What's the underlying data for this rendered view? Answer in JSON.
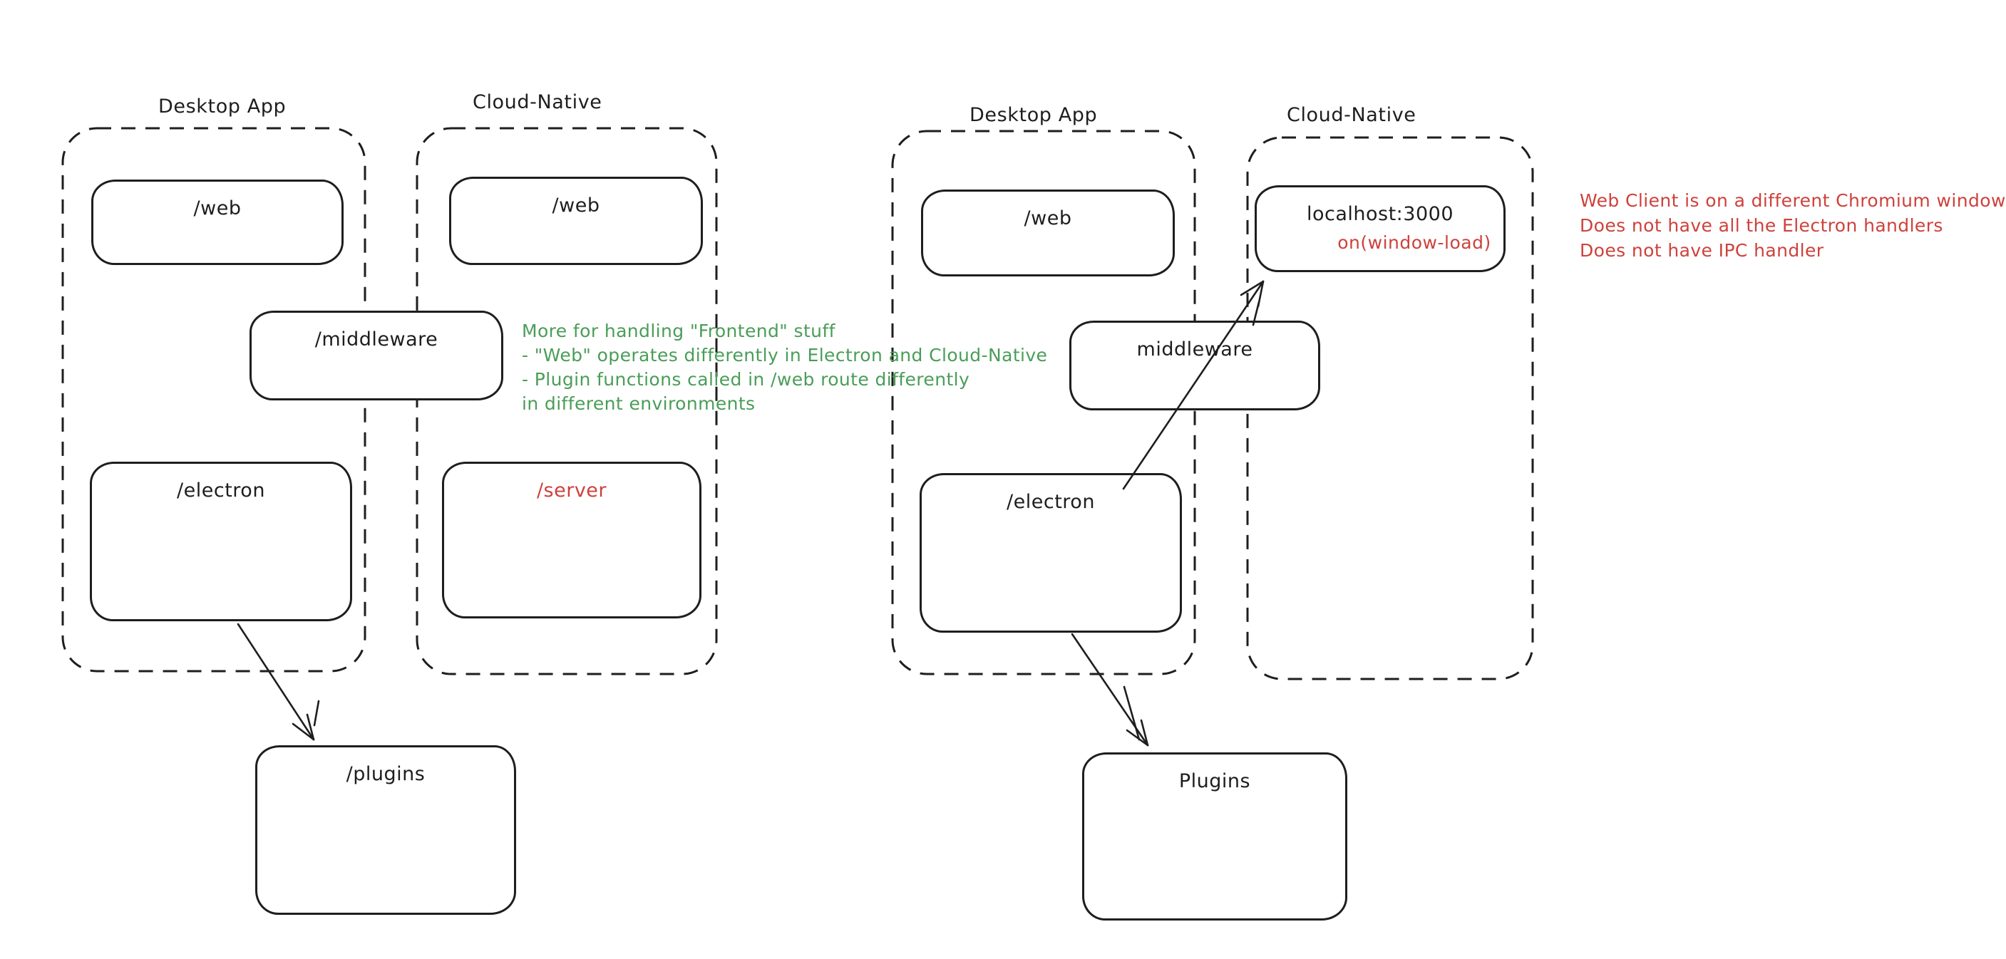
{
  "colors": {
    "stroke": "#1e1e1e",
    "red": "#cd423c",
    "green": "#4a9d58",
    "background": "#ffffff"
  },
  "left_diagram": {
    "desktop_app": {
      "title": "Desktop App",
      "web": "/web",
      "electron": "/electron"
    },
    "cloud_native": {
      "title": "Cloud-Native",
      "web": "/web",
      "server": "/server"
    },
    "middleware": "/middleware",
    "plugins": "/plugins",
    "green_note": {
      "lines": [
        "More for handling \"Frontend\" stuff",
        "- \"Web\" operates differently in Electron and Cloud-Native",
        "- Plugin functions called in /web route differently",
        "in different environments"
      ]
    }
  },
  "right_diagram": {
    "desktop_app": {
      "title": "Desktop App",
      "web": "/web",
      "electron": "/electron"
    },
    "cloud_native": {
      "title": "Cloud-Native",
      "localhost": "localhost:3000",
      "on_window_load": "on(window-load)"
    },
    "middleware": "middleware",
    "plugins": "Plugins",
    "red_note": {
      "lines": [
        "Web Client is on a different Chromium window",
        "Does not have all the Electron handlers",
        "Does not have IPC handler"
      ]
    }
  }
}
